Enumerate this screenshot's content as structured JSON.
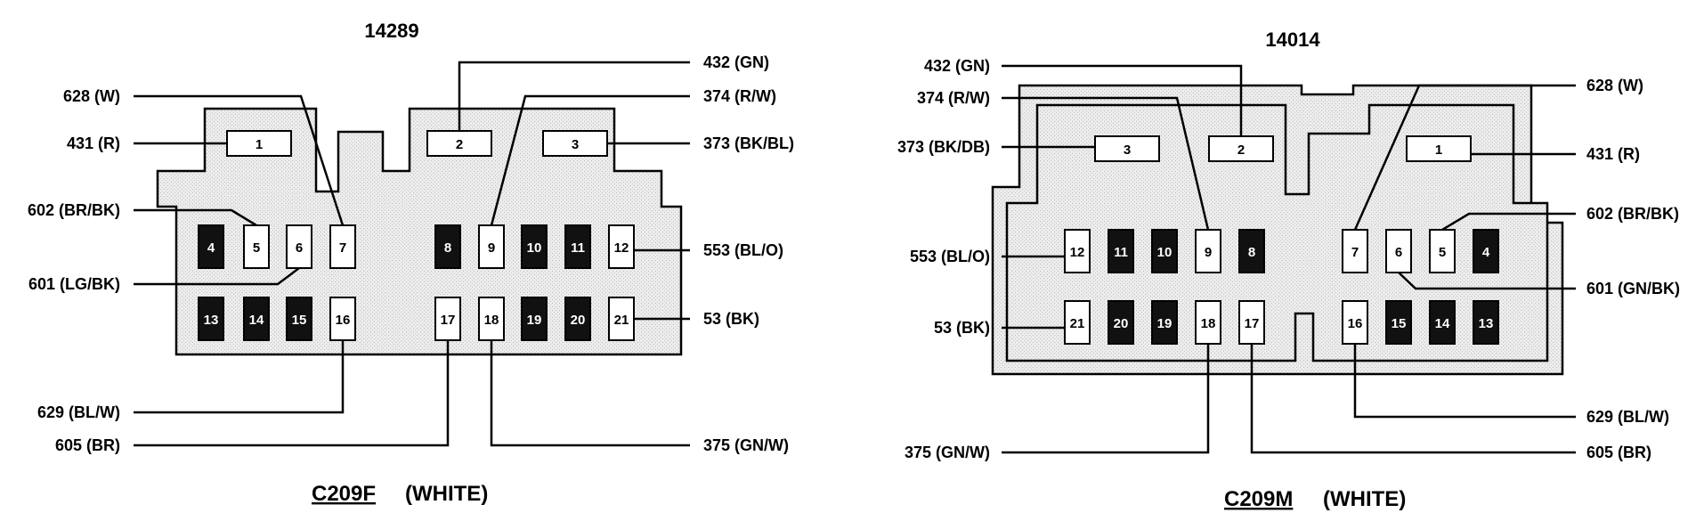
{
  "left": {
    "part_number": "14289",
    "connector_id": "C209F",
    "color": "(WHITE)",
    "pins": [
      {
        "n": "1",
        "filled": false
      },
      {
        "n": "2",
        "filled": false
      },
      {
        "n": "3",
        "filled": false
      },
      {
        "n": "4",
        "filled": true
      },
      {
        "n": "5",
        "filled": false
      },
      {
        "n": "6",
        "filled": false
      },
      {
        "n": "7",
        "filled": false
      },
      {
        "n": "8",
        "filled": true
      },
      {
        "n": "9",
        "filled": false
      },
      {
        "n": "10",
        "filled": true
      },
      {
        "n": "11",
        "filled": true
      },
      {
        "n": "12",
        "filled": false
      },
      {
        "n": "13",
        "filled": true
      },
      {
        "n": "14",
        "filled": true
      },
      {
        "n": "15",
        "filled": true
      },
      {
        "n": "16",
        "filled": false
      },
      {
        "n": "17",
        "filled": false
      },
      {
        "n": "18",
        "filled": false
      },
      {
        "n": "19",
        "filled": true
      },
      {
        "n": "20",
        "filled": true
      },
      {
        "n": "21",
        "filled": false
      }
    ],
    "wires": {
      "w628": "628 (W)",
      "w431": "431 (R)",
      "w602": "602 (BR/BK)",
      "w601": "601 (LG/BK)",
      "w629": "629 (BL/W)",
      "w605": "605 (BR)",
      "w432": "432 (GN)",
      "w374": "374 (R/W)",
      "w373": "373 (BK/BL)",
      "w553": "553 (BL/O)",
      "w53": "53 (BK)",
      "w375": "375 (GN/W)"
    }
  },
  "right": {
    "part_number": "14014",
    "connector_id": "C209M",
    "color": "(WHITE)",
    "pins": [
      {
        "n": "1",
        "filled": false
      },
      {
        "n": "2",
        "filled": false
      },
      {
        "n": "3",
        "filled": false
      },
      {
        "n": "4",
        "filled": true
      },
      {
        "n": "5",
        "filled": false
      },
      {
        "n": "6",
        "filled": false
      },
      {
        "n": "7",
        "filled": false
      },
      {
        "n": "8",
        "filled": true
      },
      {
        "n": "9",
        "filled": false
      },
      {
        "n": "10",
        "filled": true
      },
      {
        "n": "11",
        "filled": true
      },
      {
        "n": "12",
        "filled": false
      },
      {
        "n": "13",
        "filled": true
      },
      {
        "n": "14",
        "filled": true
      },
      {
        "n": "15",
        "filled": true
      },
      {
        "n": "16",
        "filled": false
      },
      {
        "n": "17",
        "filled": false
      },
      {
        "n": "18",
        "filled": false
      },
      {
        "n": "19",
        "filled": true
      },
      {
        "n": "20",
        "filled": true
      },
      {
        "n": "21",
        "filled": false
      }
    ],
    "wires": {
      "w432": "432 (GN)",
      "w374": "374 (R/W)",
      "w373": "373 (BK/DB)",
      "w553": "553 (BL/O)",
      "w53": "53 (BK)",
      "w375": "375 (GN/W)",
      "w628": "628 (W)",
      "w431": "431 (R)",
      "w602": "602 (BR/BK)",
      "w601": "601 (GN/BK)",
      "w629": "629 (BL/W)",
      "w605": "605 (BR)"
    }
  },
  "colors": {
    "body_fill": "#e7e7e7",
    "pin_filled": "#111111",
    "pin_open": "#ffffff",
    "ink": "#000000"
  }
}
